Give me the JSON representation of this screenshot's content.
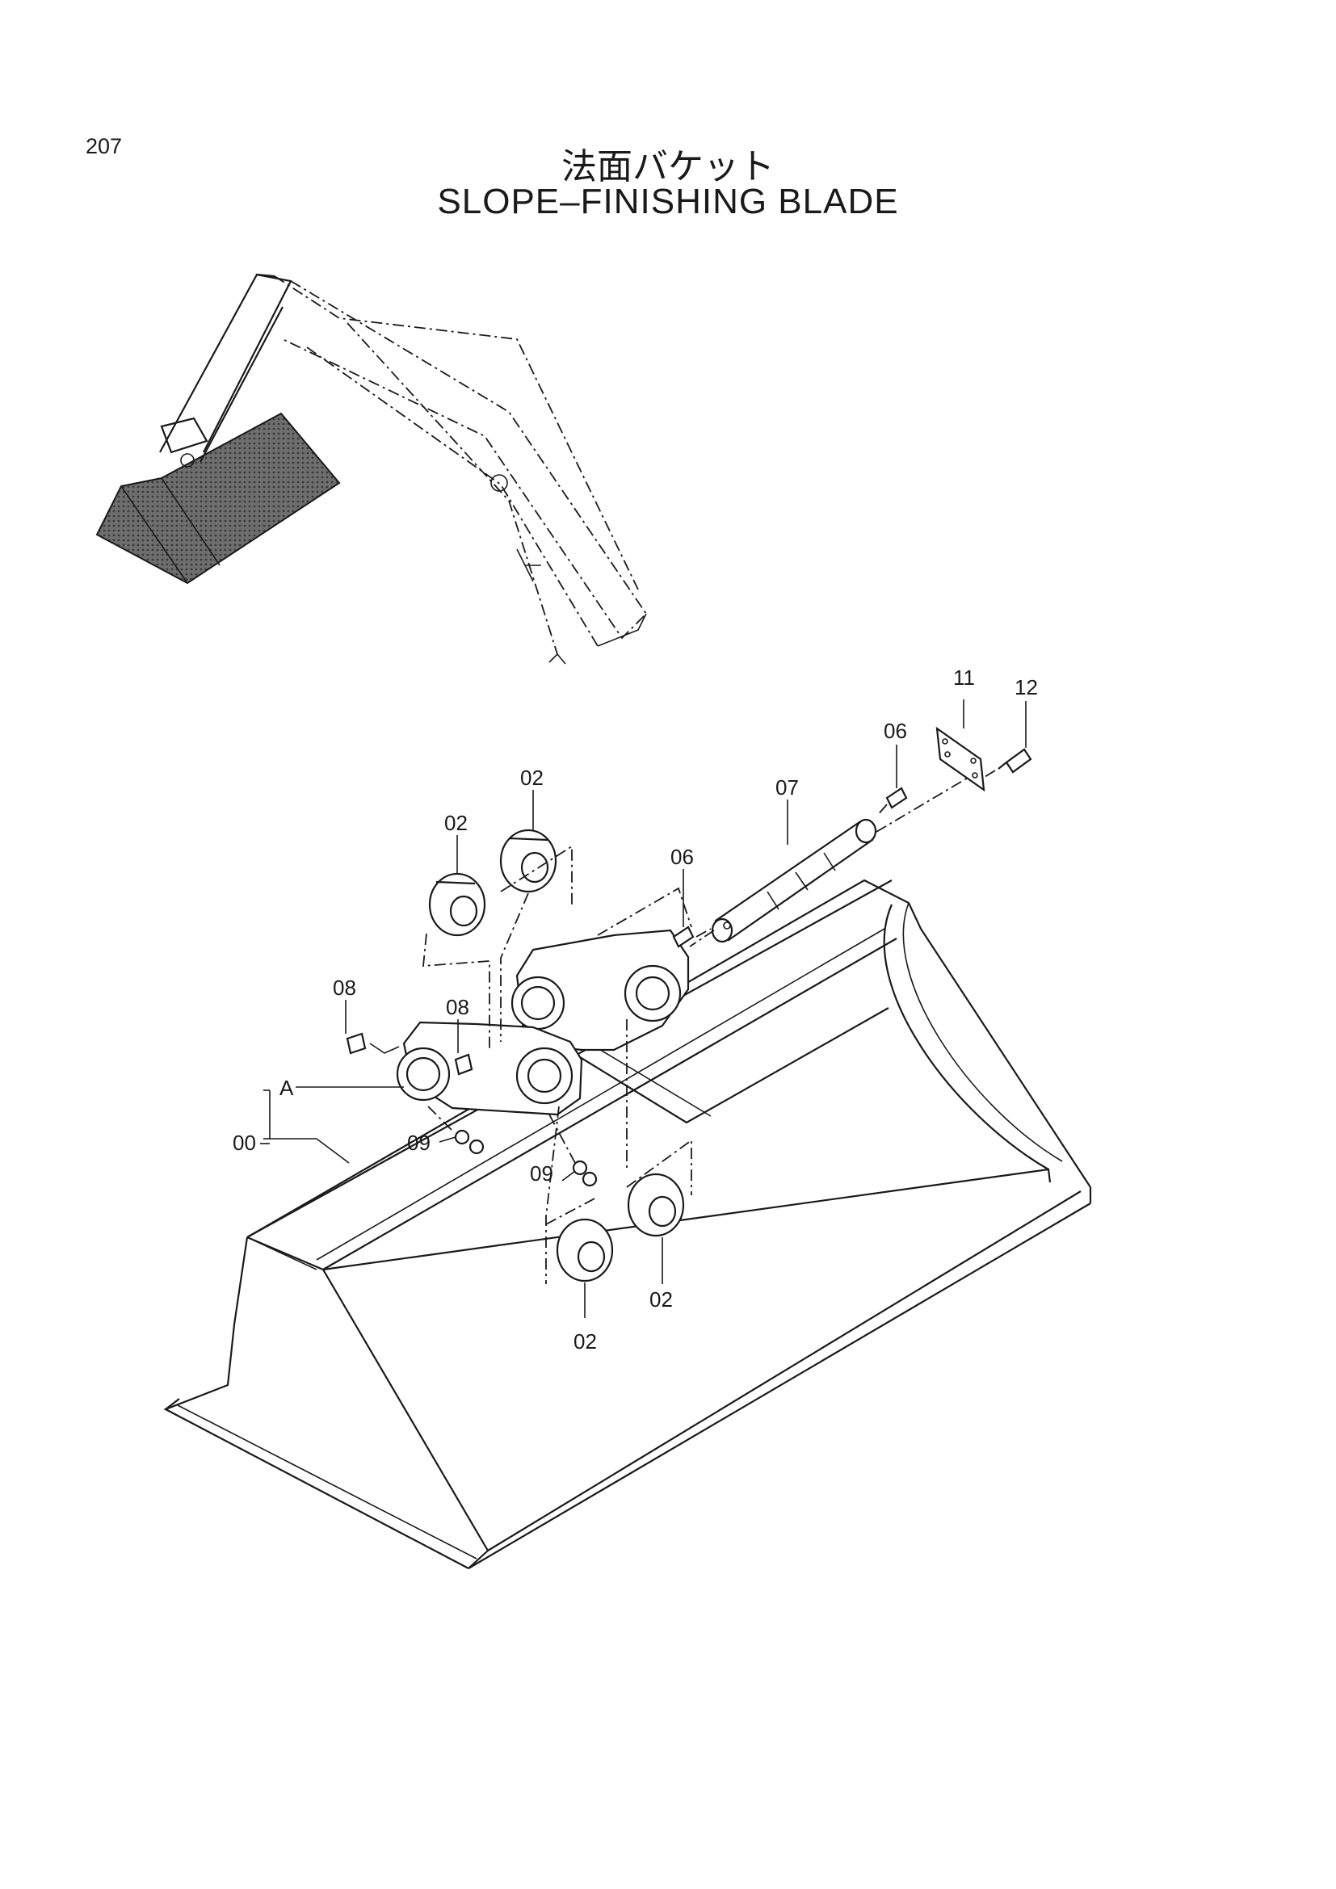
{
  "page_number": "207",
  "title_jp": "法面バケット",
  "title_en": "SLOPE–FINISHING BLADE",
  "callouts": {
    "c00": "00",
    "cA": "A",
    "c02a": "02",
    "c02b": "02",
    "c02c": "02",
    "c02d": "02",
    "c06a": "06",
    "c06b": "06",
    "c07": "07",
    "c08a": "08",
    "c08b": "08",
    "c09a": "09",
    "c09b": "09",
    "c11": "11",
    "c12": "12"
  }
}
